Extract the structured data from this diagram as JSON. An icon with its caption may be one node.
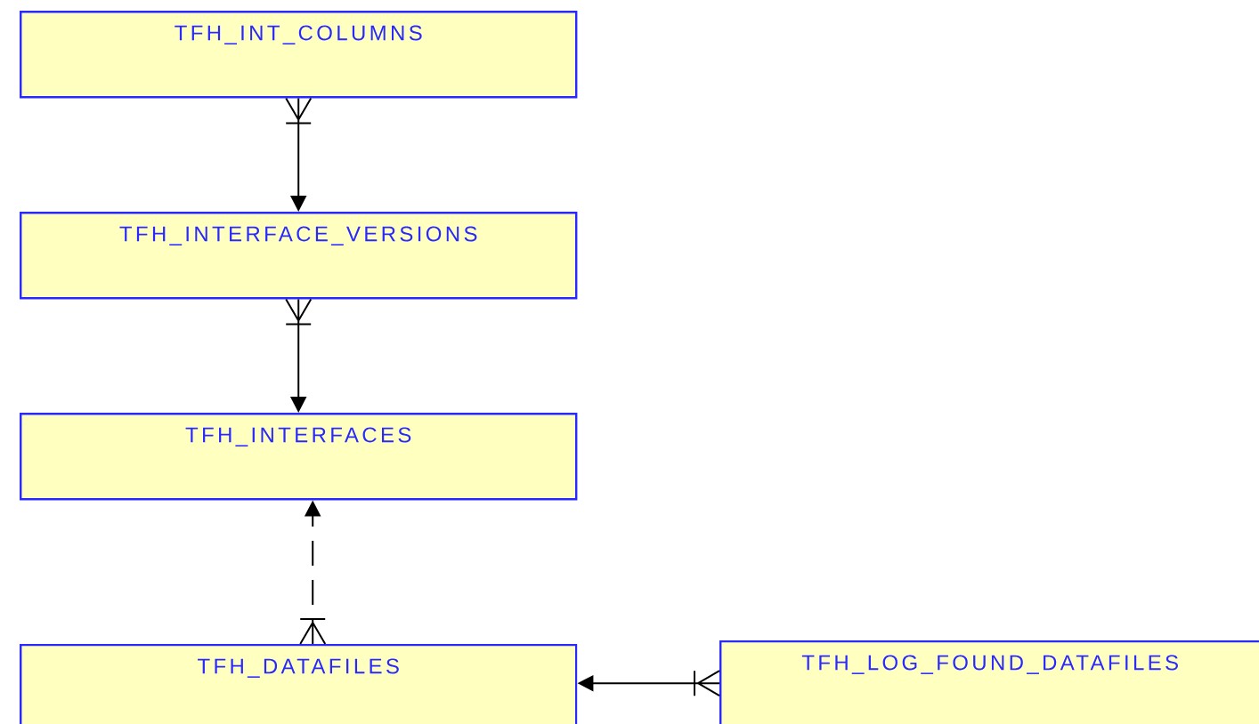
{
  "diagram": {
    "nodes": [
      {
        "text": [
          "TFH_INT_COLUMNS"
        ]
      },
      {
        "text": [
          "TFH_INTERFACE_VERSIONS"
        ]
      },
      {
        "text": [
          "TFH_INTERFACES"
        ]
      },
      {
        "text": [
          "TFH_DATAFILES"
        ]
      },
      {
        "text": [
          "TFH_LOG_FOUND_DATAFILES"
        ]
      }
    ],
    "edges": [
      {
        "from": 0,
        "to": 1,
        "arrow": "to"
      },
      {
        "from": 1,
        "to": 2,
        "arrow": "to"
      },
      {
        "from": 3,
        "to": 2,
        "arrow": "to",
        "style": "dashed"
      },
      {
        "from": 4,
        "to": 3,
        "arrow": "to"
      }
    ]
  }
}
